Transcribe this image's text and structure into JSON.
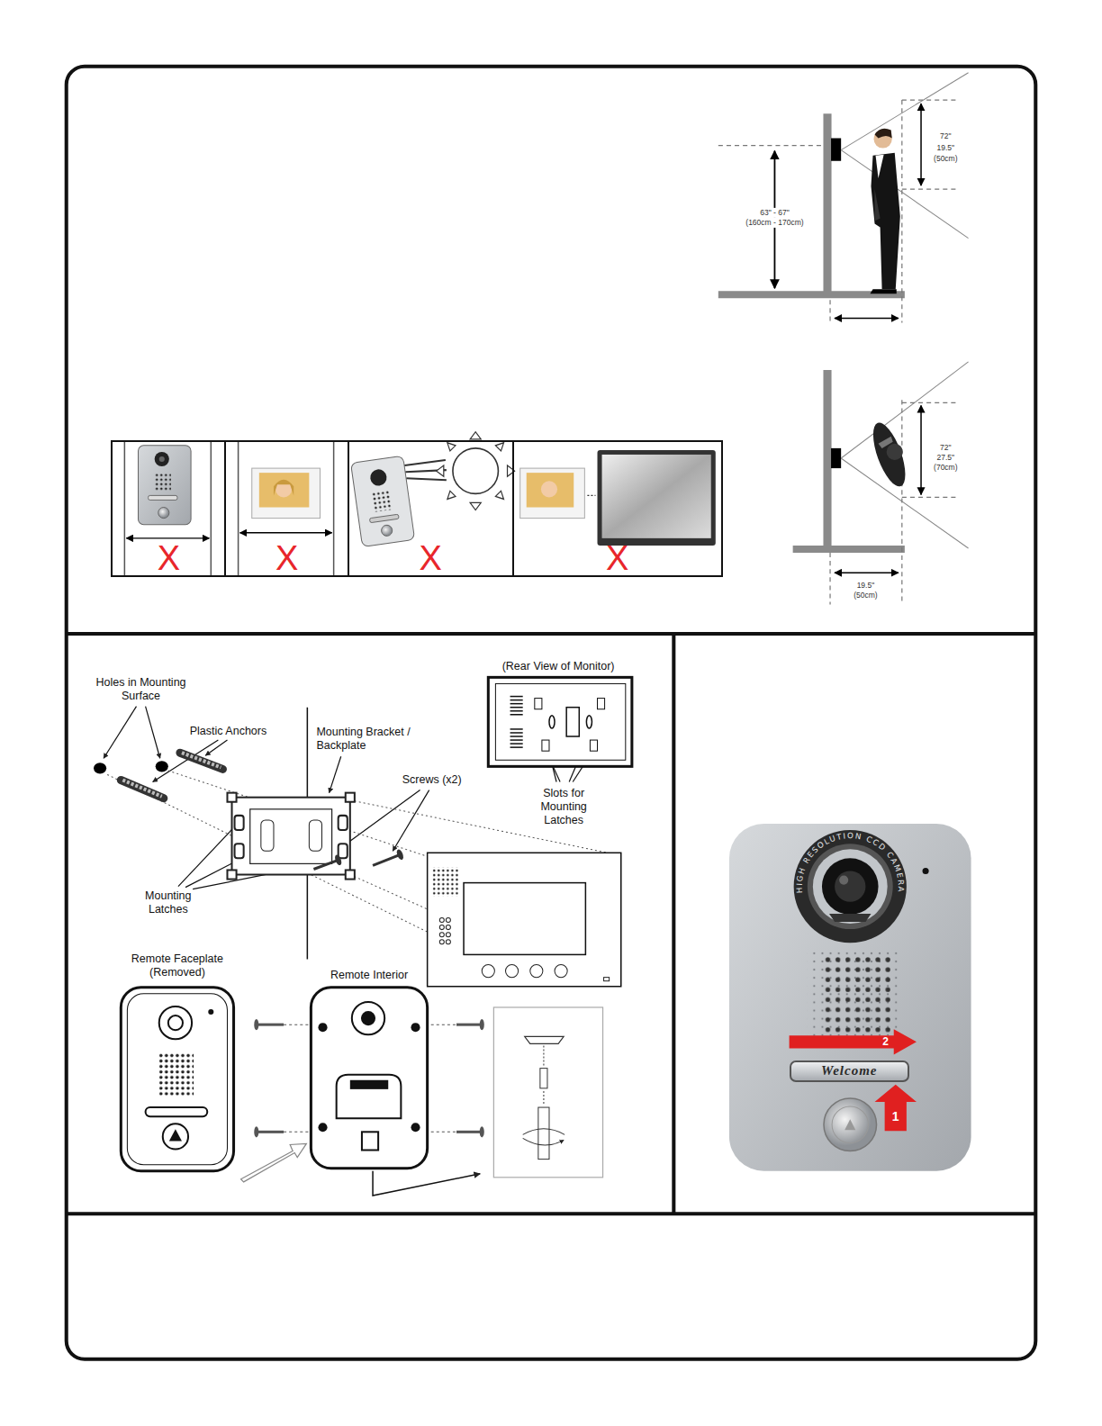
{
  "diagram": {
    "nodes": [
      {
        "text": [
          "X"
        ]
      },
      {
        "text": [
          "X"
        ]
      },
      {
        "text": [
          "X"
        ]
      },
      {
        "text": [
          "X"
        ]
      },
      {
        "text": [
          "Welcome"
        ]
      }
    ],
    "labels": [
      "72\"",
      "19.5\"",
      "(50cm)",
      "63\" - 67\"",
      "(160cm - 170cm)",
      "72\"",
      "27.5\"",
      "(70cm)",
      "19.5\"",
      "(50cm)",
      "Holes in Mounting Surface",
      "Plastic Anchors",
      "Mounting Bracket / Backplate",
      "Screws (x2)",
      "(Rear View of Monitor)",
      "Slots for Mounting Latches",
      "Mounting Latches",
      "Remote Faceplate (Removed)",
      "Remote Interior",
      "HIGH RESOLUTION CCD CAMERA",
      "1",
      "2"
    ]
  }
}
